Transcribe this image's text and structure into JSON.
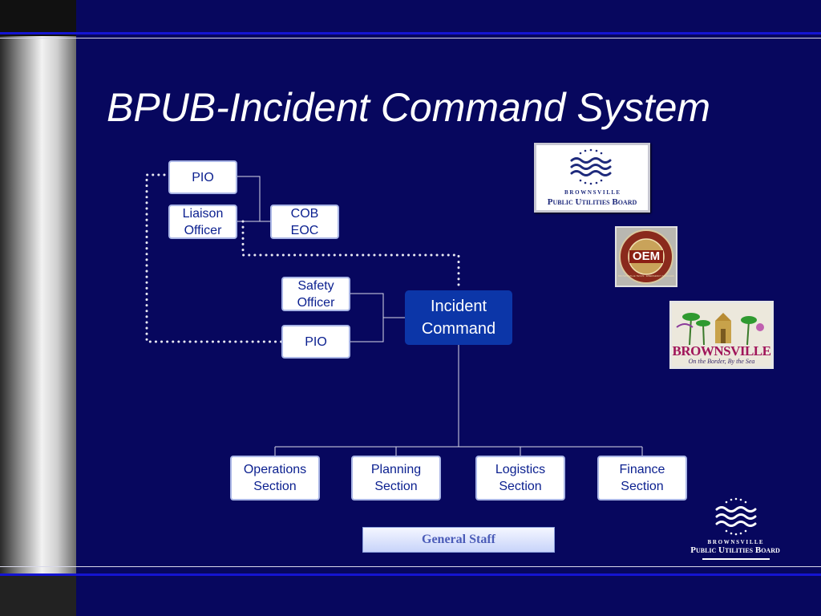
{
  "slide": {
    "title": "BPUB-Incident Command System"
  },
  "diagram": {
    "top_pio": "PIO",
    "liaison_officer": "Liaison\nOfficer",
    "cob_eoc": "COB\nEOC",
    "safety_officer": "Safety\nOfficer",
    "command_pio": "PIO",
    "incident_command": "Incident\nCommand",
    "sections": [
      "Operations\nSection",
      "Planning\nSection",
      "Logistics\nSection",
      "Finance\nSection"
    ],
    "general_staff": "General Staff"
  },
  "logos": {
    "bpub_small": "B R O W N S V I L L E",
    "bpub_name": "Public Utilities Board",
    "oem_text": "OEM",
    "oem_ring": "BROWNSVILLE TEXAS · EMERGENCY MANAGEMENT",
    "brownsville": "BROWNSVILLE",
    "brownsville_tagline": "On the Border, By the Sea",
    "footer_small": "B R O W N S V I L L E",
    "footer_name": "Public Utilities Board"
  },
  "colors": {
    "background": "#07075e",
    "box_text": "#0a1f8f",
    "incident_command": "#0c36a8",
    "general_staff_text": "#4b5cb8"
  }
}
